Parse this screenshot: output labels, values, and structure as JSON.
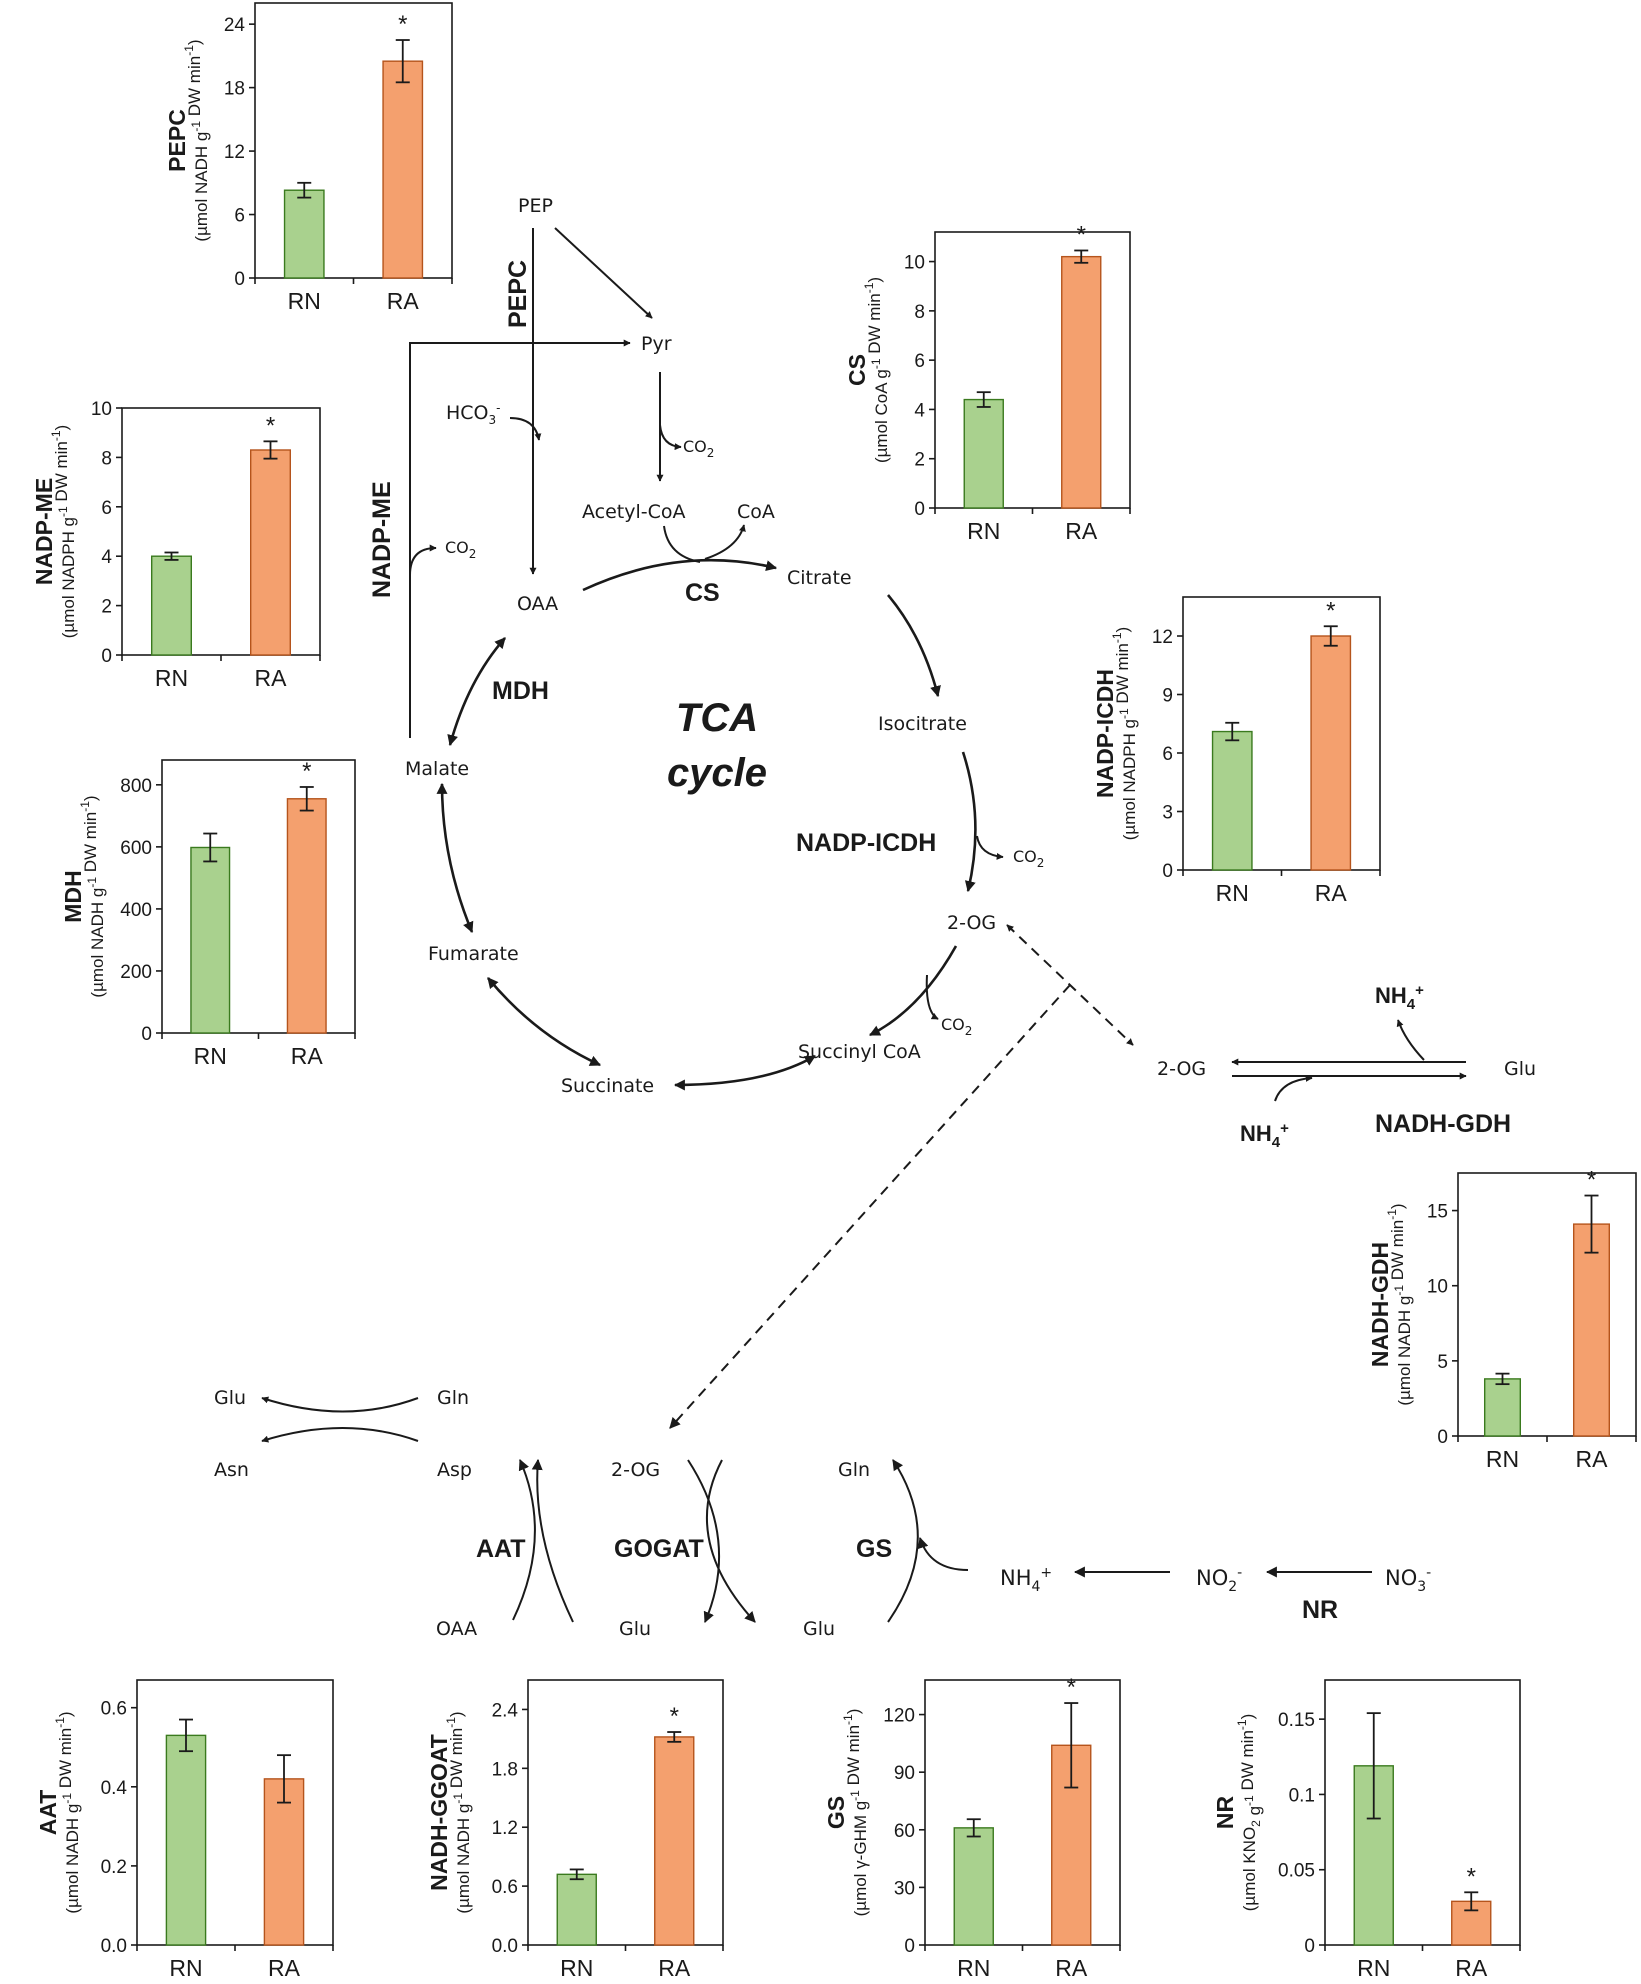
{
  "labels": {
    "pep": "PEP",
    "pyr": "Pyr",
    "hco3": "HCO",
    "hco3_sub": "3",
    "hco3_sup": "-",
    "co2": "CO",
    "co2_sub": "2",
    "acetyl_coa": "Acetyl-CoA",
    "coa": "CoA",
    "citrate": "Citrate",
    "isocitrate": "Isocitrate",
    "oaa": "OAA",
    "malate": "Malate",
    "fumarate": "Fumarate",
    "succinate": "Succinate",
    "succinyl_coa": "Succinyl CoA",
    "two_og": "2-OG",
    "glu": "Glu",
    "gln": "Gln",
    "asn": "Asn",
    "asp": "Asp",
    "nh4": "NH",
    "nh4_sub": "4",
    "nh4_sup": "+",
    "no2": "NO",
    "no2_sub": "2",
    "no2_sup": "-",
    "no3": "NO",
    "no3_sub": "3",
    "no3_sup": "-",
    "tca_line1": "TCA",
    "tca_line2": "cycle"
  },
  "enzymes": {
    "pepc": "PEPC",
    "nadp_me": "NADP-ME",
    "cs": "CS",
    "mdh": "MDH",
    "nadp_icdh": "NADP-ICDH",
    "nadh_gdh": "NADH-GDH",
    "aat": "AAT",
    "gogat": "GOGAT",
    "gs": "GS",
    "nr": "NR"
  },
  "colors": {
    "rn_fill": "#a9d18e",
    "rn_stroke": "#3a7a1e",
    "ra_fill": "#f4a06e",
    "ra_stroke": "#b5541c",
    "ink": "#1a1a1a"
  },
  "chart_data": [
    {
      "id": "pepc",
      "type": "bar",
      "title": "PEPC",
      "ylabel": "(µmol NADH g-1 DW min-1)",
      "categories": [
        "RN",
        "RA"
      ],
      "values": [
        8.3,
        20.5
      ],
      "errors": [
        0.7,
        2.0
      ],
      "significant": [
        false,
        true
      ],
      "ylim": [
        0,
        26
      ],
      "yticks": [
        "0",
        "6",
        "12",
        "18",
        "24"
      ]
    },
    {
      "id": "nadp_me",
      "type": "bar",
      "title": "NADP-ME",
      "ylabel": "(µmol NADPH g-1 DW min-1)",
      "categories": [
        "RN",
        "RA"
      ],
      "values": [
        4.0,
        8.3
      ],
      "errors": [
        0.15,
        0.35
      ],
      "significant": [
        false,
        true
      ],
      "ylim": [
        0,
        10
      ],
      "yticks": [
        "0",
        "2",
        "4",
        "6",
        "8",
        "10"
      ]
    },
    {
      "id": "mdh",
      "type": "bar",
      "title": "MDH",
      "ylabel": "(µmol NADH g-1 DW min-1)",
      "categories": [
        "RN",
        "RA"
      ],
      "values": [
        598,
        755
      ],
      "errors": [
        45,
        38
      ],
      "significant": [
        false,
        true
      ],
      "ylim": [
        0,
        880
      ],
      "yticks": [
        "0",
        "200",
        "400",
        "600",
        "800"
      ]
    },
    {
      "id": "cs",
      "type": "bar",
      "title": "CS",
      "ylabel": "(µmol CoA g-1 DW min-1)",
      "categories": [
        "RN",
        "RA"
      ],
      "values": [
        4.4,
        10.2
      ],
      "errors": [
        0.3,
        0.25
      ],
      "significant": [
        false,
        true
      ],
      "ylim": [
        0,
        11.2
      ],
      "yticks": [
        "0",
        "2",
        "4",
        "6",
        "8",
        "10"
      ]
    },
    {
      "id": "nadp_icdh",
      "type": "bar",
      "title": "NADP-ICDH",
      "ylabel": "(µmol NADPH g-1 DW min-1)",
      "categories": [
        "RN",
        "RA"
      ],
      "values": [
        7.1,
        12.0
      ],
      "errors": [
        0.45,
        0.5
      ],
      "significant": [
        false,
        true
      ],
      "ylim": [
        0,
        14
      ],
      "yticks": [
        "0",
        "3",
        "6",
        "9",
        "12"
      ]
    },
    {
      "id": "nadh_gdh",
      "type": "bar",
      "title": "NADH-GDH",
      "ylabel": "(µmol NADH g-1 DW min-1)",
      "categories": [
        "RN",
        "RA"
      ],
      "values": [
        3.8,
        14.1
      ],
      "errors": [
        0.35,
        1.9
      ],
      "significant": [
        false,
        true
      ],
      "ylim": [
        0,
        17.5
      ],
      "yticks": [
        "0",
        "5",
        "10",
        "15"
      ]
    },
    {
      "id": "aat",
      "type": "bar",
      "title": "AAT",
      "ylabel": "(µmol NADH g-1 DW min-1)",
      "categories": [
        "RN",
        "RA"
      ],
      "values": [
        0.53,
        0.42
      ],
      "errors": [
        0.04,
        0.06
      ],
      "significant": [
        false,
        false
      ],
      "ylim": [
        0,
        0.67
      ],
      "yticks": [
        "0.0",
        "0.2",
        "0.4",
        "0.6"
      ]
    },
    {
      "id": "nadh_gogat",
      "type": "bar",
      "title": "NADH-GGOAT",
      "ylabel": "(µmol NADH g-1 DW min-1)",
      "categories": [
        "RN",
        "RA"
      ],
      "values": [
        0.72,
        2.12
      ],
      "errors": [
        0.05,
        0.05
      ],
      "significant": [
        false,
        true
      ],
      "ylim": [
        0,
        2.7
      ],
      "yticks": [
        "0.0",
        "0.6",
        "1.2",
        "1.8",
        "2.4"
      ]
    },
    {
      "id": "gs",
      "type": "bar",
      "title": "GS",
      "ylabel": "(µmol γ-GHM g-1 DW min-1)",
      "categories": [
        "RN",
        "RA"
      ],
      "values": [
        61,
        104
      ],
      "errors": [
        4.5,
        22
      ],
      "significant": [
        false,
        true
      ],
      "ylim": [
        0,
        138
      ],
      "yticks": [
        "0",
        "30",
        "60",
        "90",
        "120"
      ]
    },
    {
      "id": "nr",
      "type": "bar",
      "title": "NR",
      "ylabel": "(µmol KNO2 g-1 DW min-1)",
      "categories": [
        "RN",
        "RA"
      ],
      "values": [
        0.119,
        0.029
      ],
      "errors": [
        0.035,
        0.006
      ],
      "significant": [
        false,
        true
      ],
      "ylim": [
        0,
        0.176
      ],
      "yticks": [
        "0",
        "0.05",
        "0.1",
        "0.15"
      ]
    }
  ]
}
